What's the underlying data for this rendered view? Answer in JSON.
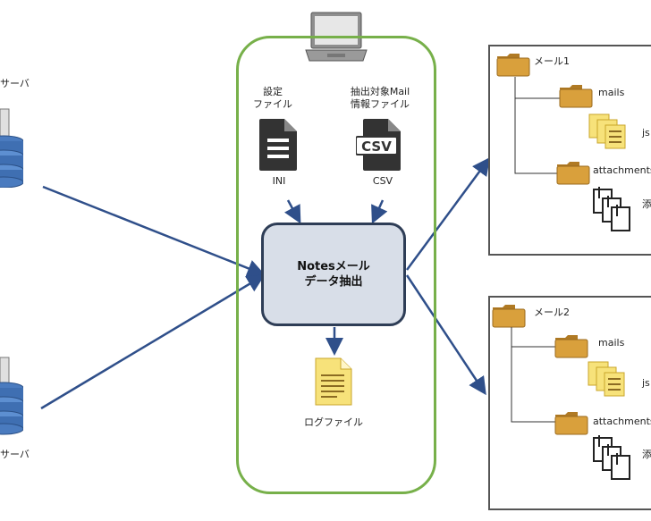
{
  "server_top": {
    "label": "サーバ"
  },
  "server_bottom": {
    "label": "サーバ"
  },
  "settings": {
    "caption_line1": "設定",
    "caption_line2": "ファイル",
    "type_label": "INI"
  },
  "target_list": {
    "caption_line1": "抽出対象Mail",
    "caption_line2": "情報ファイル",
    "type_label": "CSV",
    "icon_text": "CSV"
  },
  "process": {
    "line1": "Notesメール",
    "line2": "データ抽出"
  },
  "log_file": {
    "label": "ログファイル"
  },
  "mail_outputs": [
    {
      "folder_label": "メール1",
      "mails_label": "mails",
      "json_label": "js",
      "attachments_label": "attachments",
      "attach_files_label": "添"
    },
    {
      "folder_label": "メール2",
      "mails_label": "mails",
      "json_label": "js",
      "attachments_label": "attachments",
      "attach_files_label": "添"
    }
  ],
  "colors": {
    "arrow": "#2f4f8a",
    "frame": "#77b04a",
    "process_fill": "#d8dee8",
    "folder": "#d9a03c"
  }
}
